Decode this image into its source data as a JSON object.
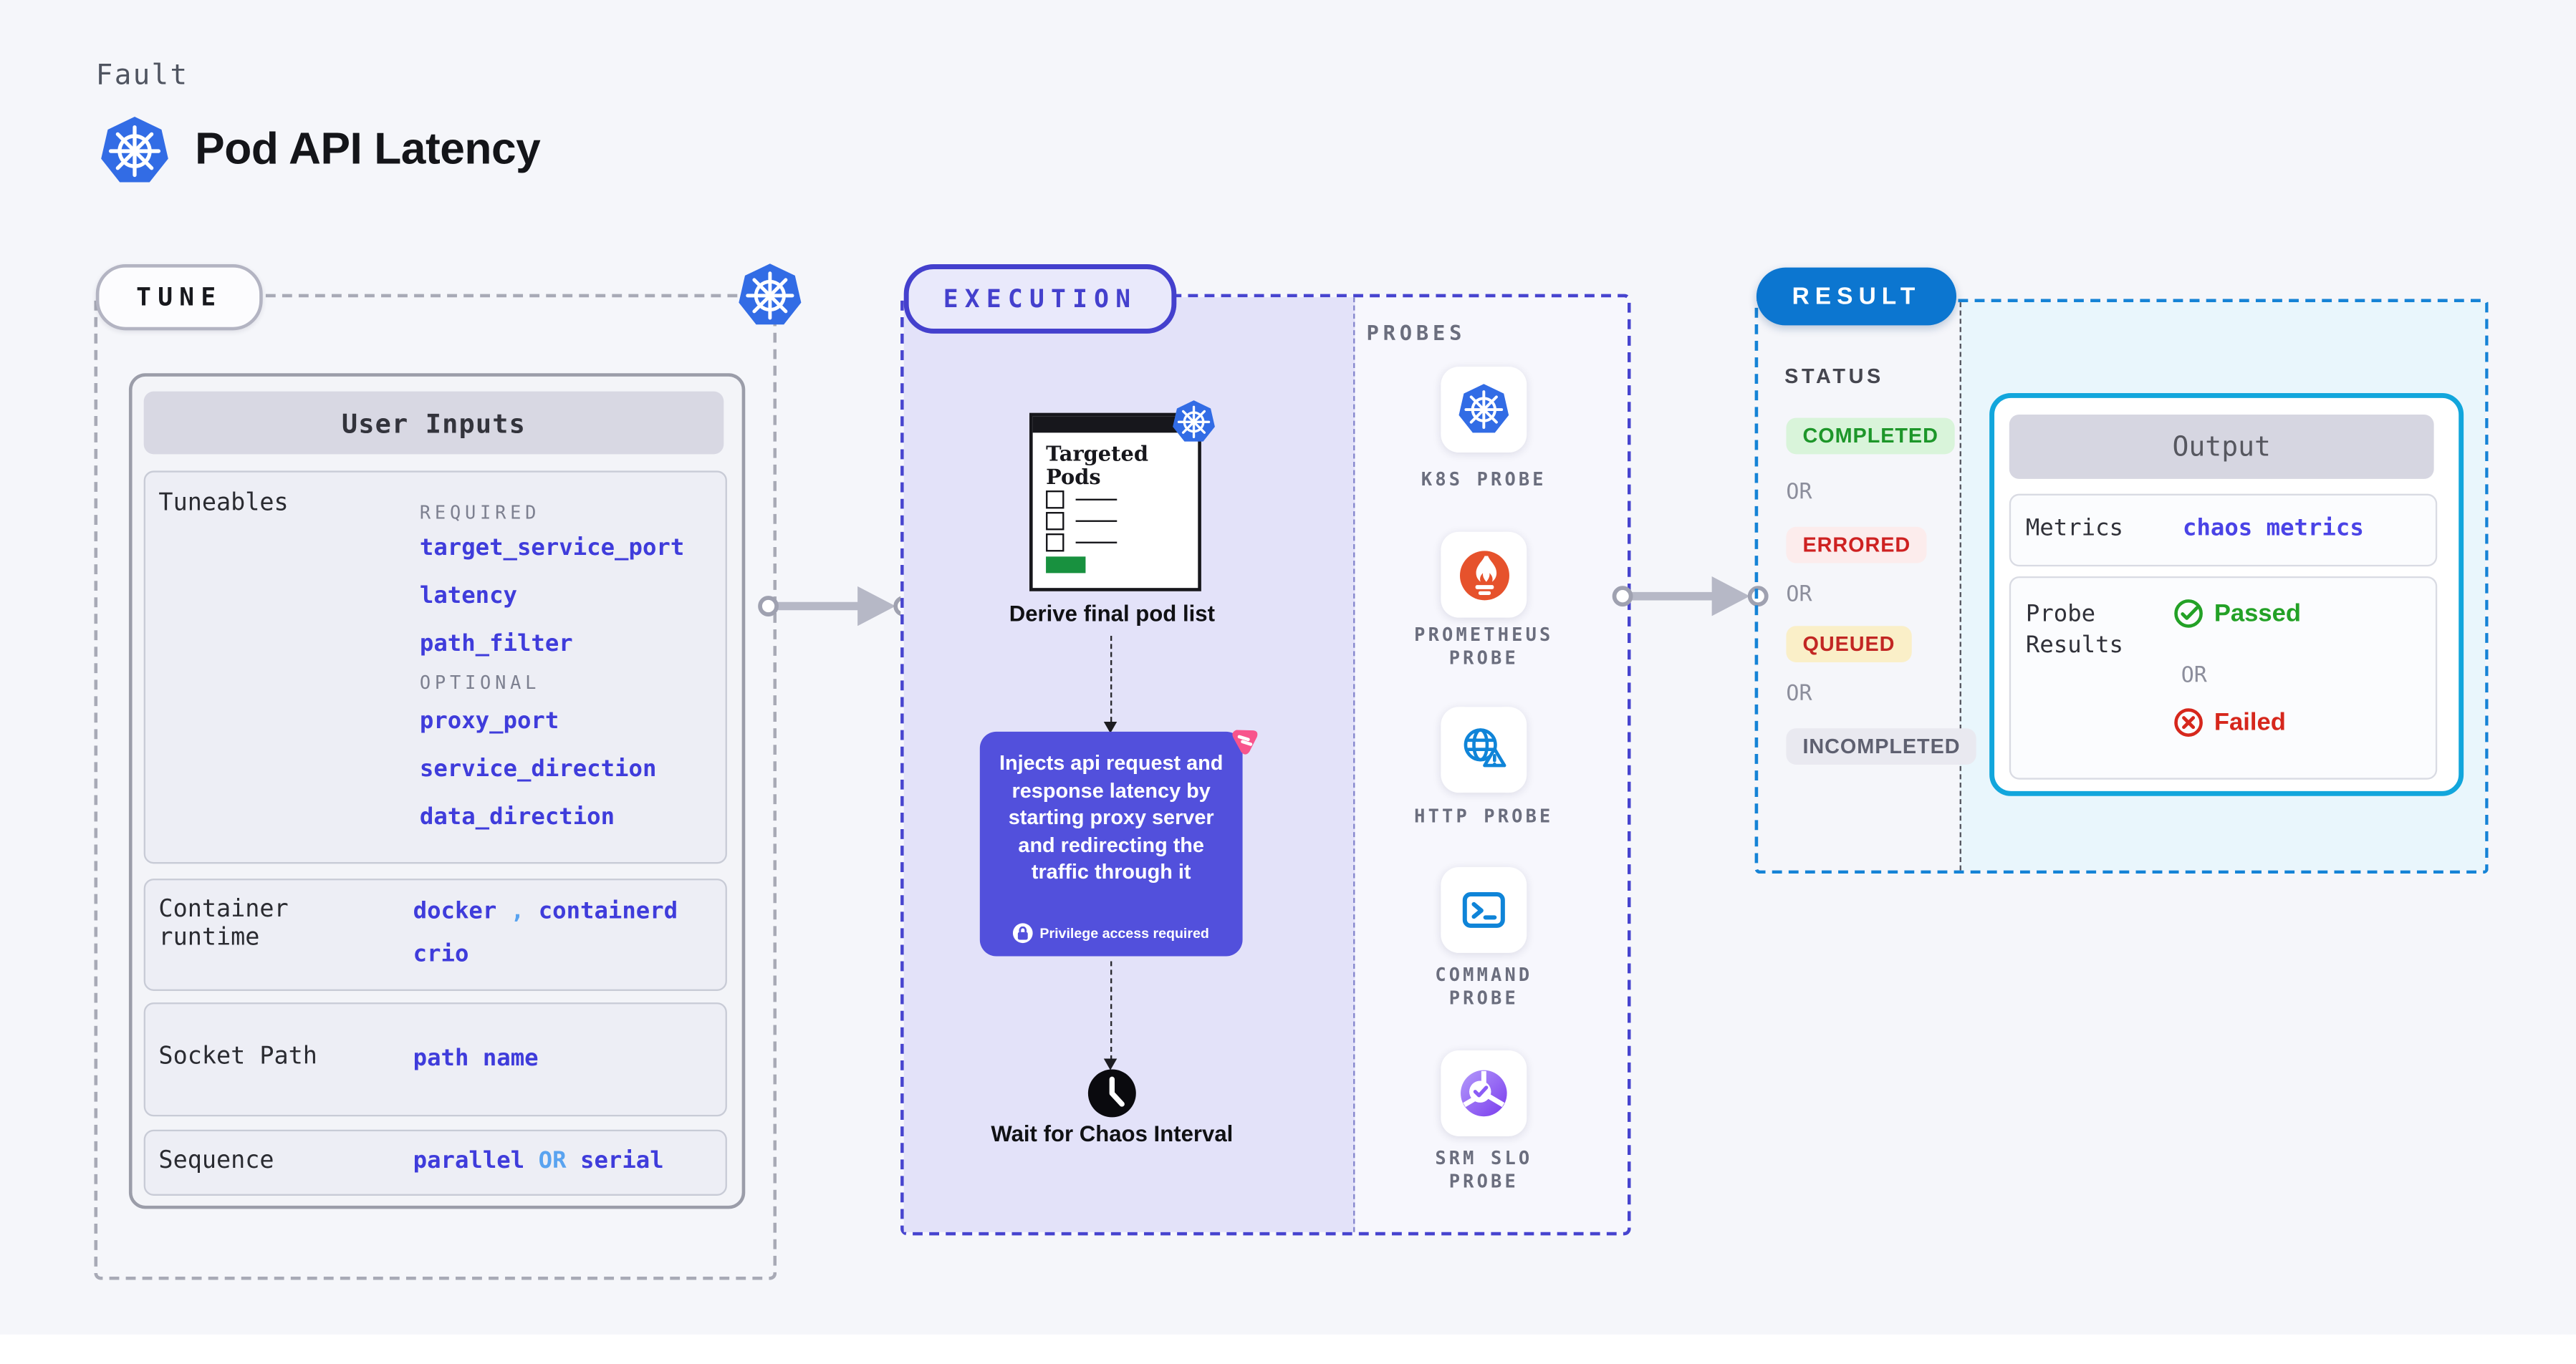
{
  "header": {
    "kind": "Fault",
    "title": "Pod API Latency"
  },
  "colors": {
    "page_bg": "#f5f6fa",
    "kubernetes_blue": "#326ce5",
    "param_indigo": "#3f3cdb",
    "light_blue_accent": "#59a3f0",
    "execution_indigo": "#4440cd",
    "execution_fill": "#e3e2f9",
    "inject_card": "#5250dc",
    "chaos_pink": "#f8548c",
    "result_blue": "#0c76d0",
    "output_border_cyan": "#12a6dc",
    "passed_green": "#23a126",
    "failed_red": "#d6271c",
    "completed_green": "#1d9629",
    "errored_red": "#ce2121",
    "queued_yellow_bg": "#faefc8",
    "prometheus_orange": "#e6522c",
    "progress_green": "#18913f"
  },
  "tune": {
    "badge": "TUNE",
    "user_inputs_header": "User Inputs",
    "tuneables": {
      "label": "Tuneables",
      "required_label": "REQUIRED",
      "required": [
        "target_service_port",
        "latency",
        "path_filter"
      ],
      "optional_label": "OPTIONAL",
      "optional": [
        "proxy_port",
        "service_direction",
        "data_direction"
      ]
    },
    "container_runtime": {
      "label": "Container runtime",
      "value1": "docker",
      "separator": ",",
      "value2": "containerd",
      "value3": "crio"
    },
    "socket_path": {
      "label": "Socket Path",
      "value": "path name"
    },
    "sequence": {
      "label": "Sequence",
      "value1": "parallel",
      "or": "OR",
      "value2": "serial"
    }
  },
  "execution": {
    "badge": "EXECUTION",
    "targeted_pods_title": "Targeted Pods",
    "derive_label": "Derive final pod list",
    "inject_text": "Injects api request and response latency by starting proxy server and redirecting the traffic through it",
    "privilege_note": "Privilege access required",
    "wait_label": "Wait for Chaos Interval"
  },
  "probes": {
    "title": "PROBES",
    "items": [
      {
        "icon": "kubernetes-icon",
        "lines": [
          "K8S PROBE",
          ""
        ]
      },
      {
        "icon": "prometheus-icon",
        "lines": [
          "PROMETHEUS",
          "PROBE"
        ]
      },
      {
        "icon": "http-globe-warning-icon",
        "lines": [
          "HTTP PROBE",
          ""
        ]
      },
      {
        "icon": "command-terminal-icon",
        "lines": [
          "COMMAND",
          "PROBE"
        ]
      },
      {
        "icon": "srm-slo-donut-icon",
        "lines": [
          "SRM SLO",
          "PROBE"
        ]
      }
    ]
  },
  "result": {
    "badge": "RESULT",
    "status": {
      "label": "STATUS",
      "or_label": "OR",
      "items": [
        "COMPLETED",
        "ERRORED",
        "QUEUED",
        "INCOMPLETED"
      ]
    },
    "output": {
      "header": "Output",
      "metrics_label": "Metrics",
      "metrics_value": "chaos metrics",
      "probe_results_label": "Probe Results",
      "passed": "Passed",
      "or_label": "OR",
      "failed": "Failed"
    }
  }
}
